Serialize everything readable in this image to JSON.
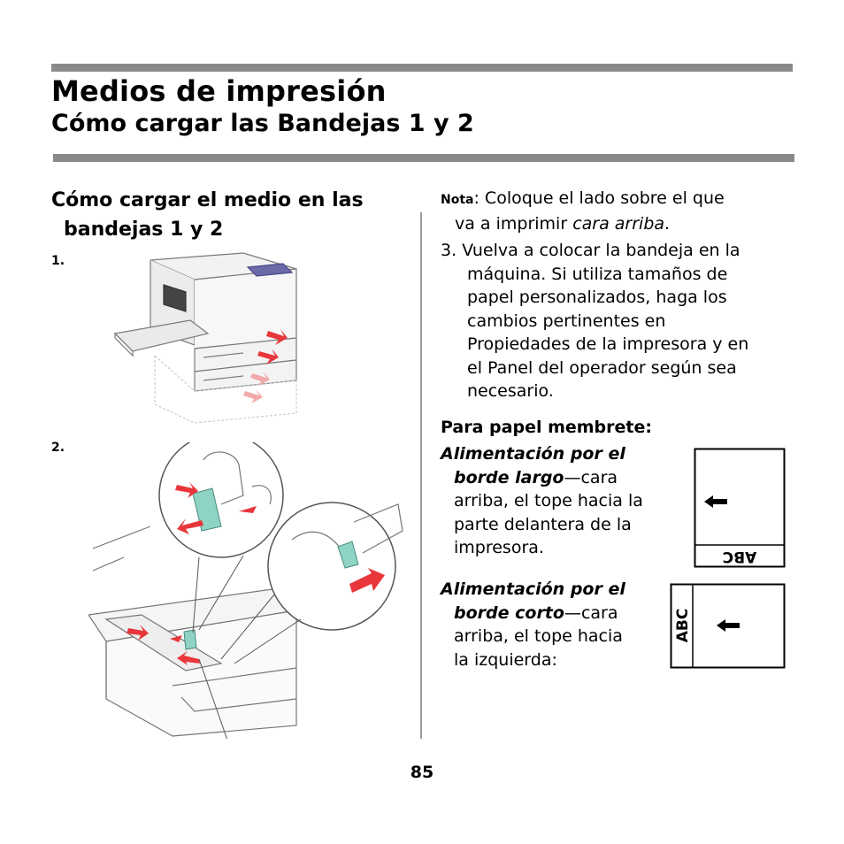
{
  "header": {
    "title": "Medios de impresión",
    "subtitle": "Cómo cargar las Bandejas 1 y 2"
  },
  "left": {
    "heading_line1": "Cómo cargar el medio en las",
    "heading_line2": "bandejas 1 y 2",
    "step1": "1.",
    "step2": "2."
  },
  "right": {
    "note_label": "Nota",
    "note_line1_rest": ": Coloque el lado sobre el que",
    "note_line2_pre": "va a imprimir ",
    "note_line2_em": "cara arriba",
    "note_line2_post": ".",
    "step3_lines": [
      "3. Vuelva a colocar la bandeja en la",
      "máquina. Si utiliza tamaños de",
      "papel personalizados, haga los",
      "cambios pertinentes en",
      "Propiedades de la impresora y en",
      "el Panel del operador según sea",
      "necesario."
    ],
    "letterhead_heading": "Para papel membrete:",
    "long_edge": {
      "line1": "Alimentación por el",
      "line2_bi": "borde largo",
      "line2_rest": "—cara",
      "line3": "arriba, el tope hacia la",
      "line4": "parte delantera de la",
      "line5": "impresora."
    },
    "short_edge": {
      "line1": "Alimentación por el",
      "line2_bi": "borde corto",
      "line2_rest": "—cara",
      "line3": "arriba, el tope hacia",
      "line4": "la izquierda:"
    },
    "abc_label": "ABC"
  },
  "page_number": "85",
  "icons": [
    "arrow-left-icon"
  ],
  "colors": {
    "rule": "#8a8a8a",
    "guide_teal": "#8fd3c4",
    "arrow_red": "#e8363a"
  }
}
